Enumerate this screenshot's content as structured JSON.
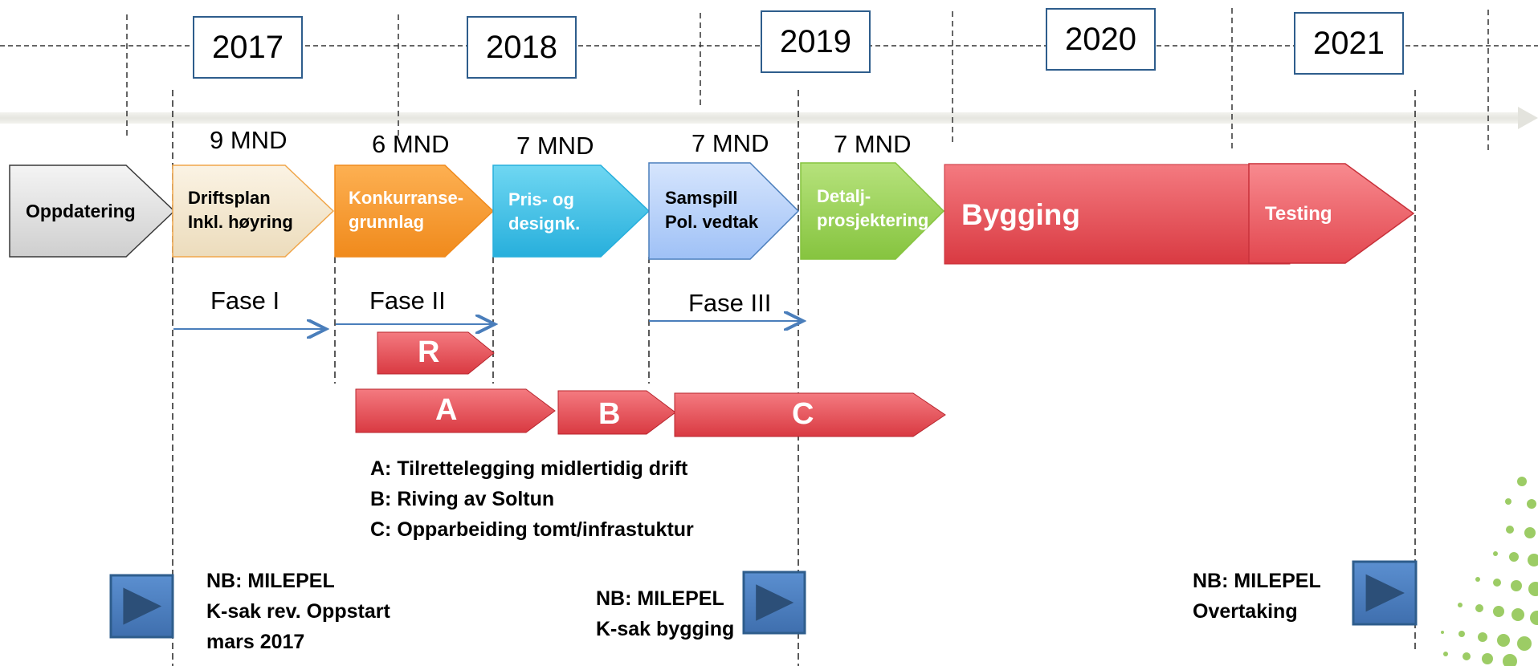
{
  "timeline": {
    "years": [
      "2017",
      "2018",
      "2019",
      "2020",
      "2021"
    ]
  },
  "durations": [
    "9 MND",
    "6 MND",
    "7 MND",
    "7 MND",
    "7 MND"
  ],
  "phases": [
    {
      "line1": "Oppdatering",
      "line2": "",
      "color": "#d9d9d9",
      "text_color": "#000000"
    },
    {
      "line1": "Driftsplan",
      "line2": "Inkl. høyring",
      "color": "#f3e6cc",
      "text_color": "#000000"
    },
    {
      "line1": "Konkurranse-",
      "line2": "grunnlag",
      "color": "#f7a23a",
      "text_color": "#ffffff"
    },
    {
      "line1": "Pris- og",
      "line2": "designk.",
      "color": "#45c3e8",
      "text_color": "#ffffff"
    },
    {
      "line1": "Samspill",
      "line2": "Pol. vedtak",
      "color": "#b7d2fb",
      "text_color": "#000000"
    },
    {
      "line1": "Detalj-",
      "line2": "prosjektering",
      "color": "#9dd45c",
      "text_color": "#ffffff"
    },
    {
      "line1": "Bygging",
      "line2": "",
      "color": "#e8474e",
      "text_color": "#ffffff"
    },
    {
      "line1": "Testing",
      "line2": "",
      "color": "#ef5560",
      "text_color": "#ffffff"
    }
  ],
  "fases": [
    "Fase I",
    "Fase II",
    "Fase III"
  ],
  "subtasks": [
    "R",
    "A",
    "B",
    "C"
  ],
  "legend": [
    "A: Tilrettelegging midlertidig drift",
    "B: Riving av Soltun",
    "C: Opparbeiding tomt/infrastuktur"
  ],
  "milestones": [
    {
      "lines": [
        "NB: MILEPEL",
        "K-sak rev. Oppstart",
        "mars 2017"
      ]
    },
    {
      "lines": [
        "NB: MILEPEL",
        "K-sak bygging"
      ]
    },
    {
      "lines": [
        "NB: MILEPEL",
        "Overtaking"
      ]
    }
  ],
  "colors": {
    "year_border": "#2e5d8c",
    "arrow_blue": "#4a7ebb",
    "subtask_red": "#e0434c",
    "play_button": "#4f81bd",
    "dots_green": "#8bc34a"
  },
  "icons": [
    "play-icon",
    "dots-decoration"
  ]
}
